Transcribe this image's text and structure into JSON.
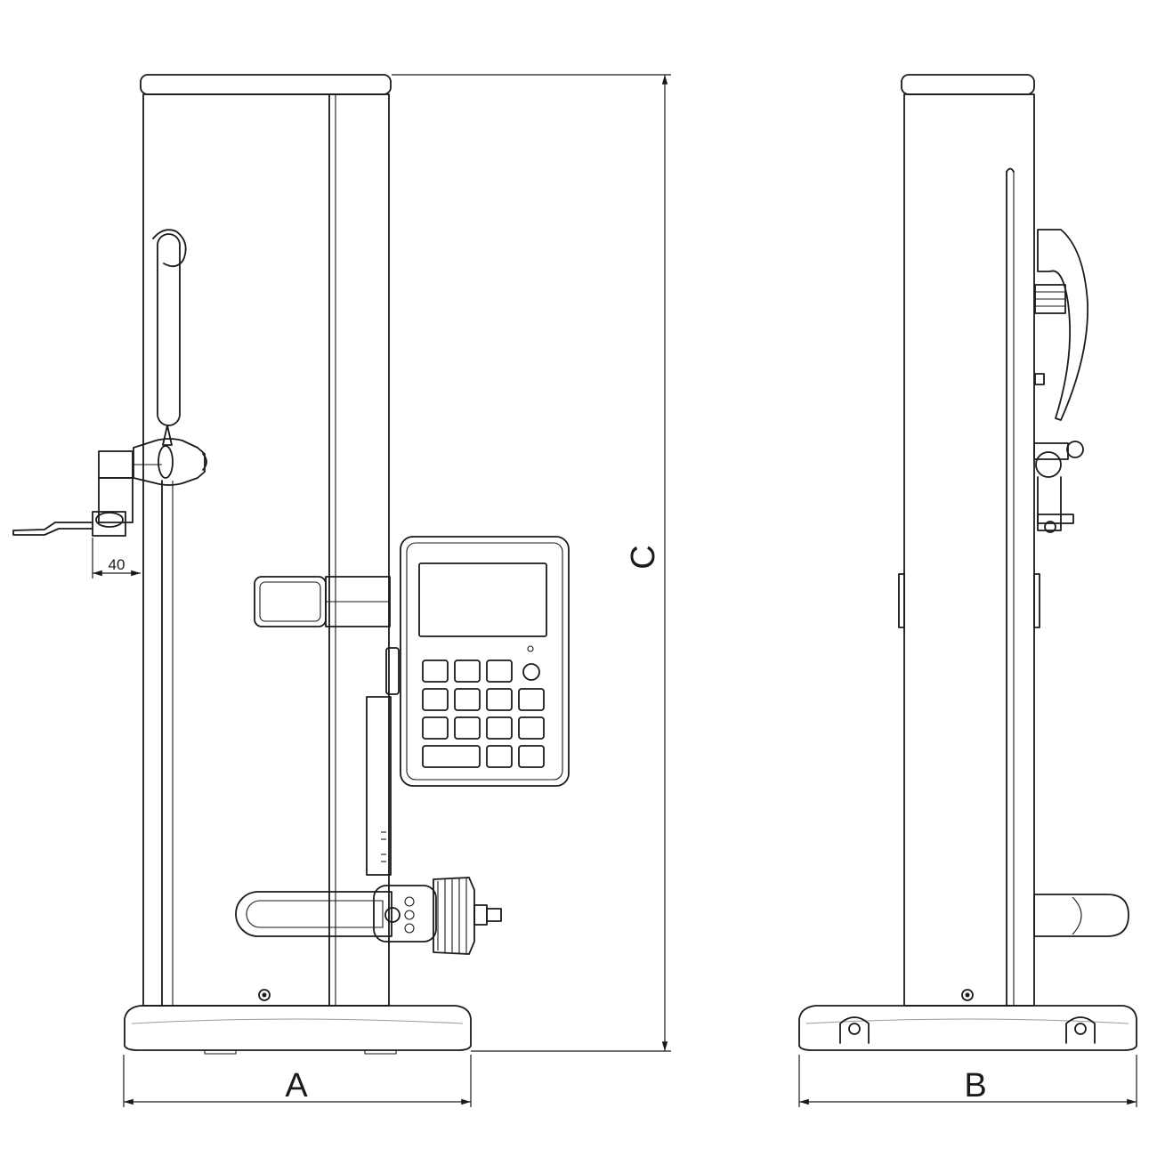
{
  "dimensions": {
    "width_label": "A",
    "depth_label": "B",
    "height_label": "C",
    "offset_label": "40"
  }
}
